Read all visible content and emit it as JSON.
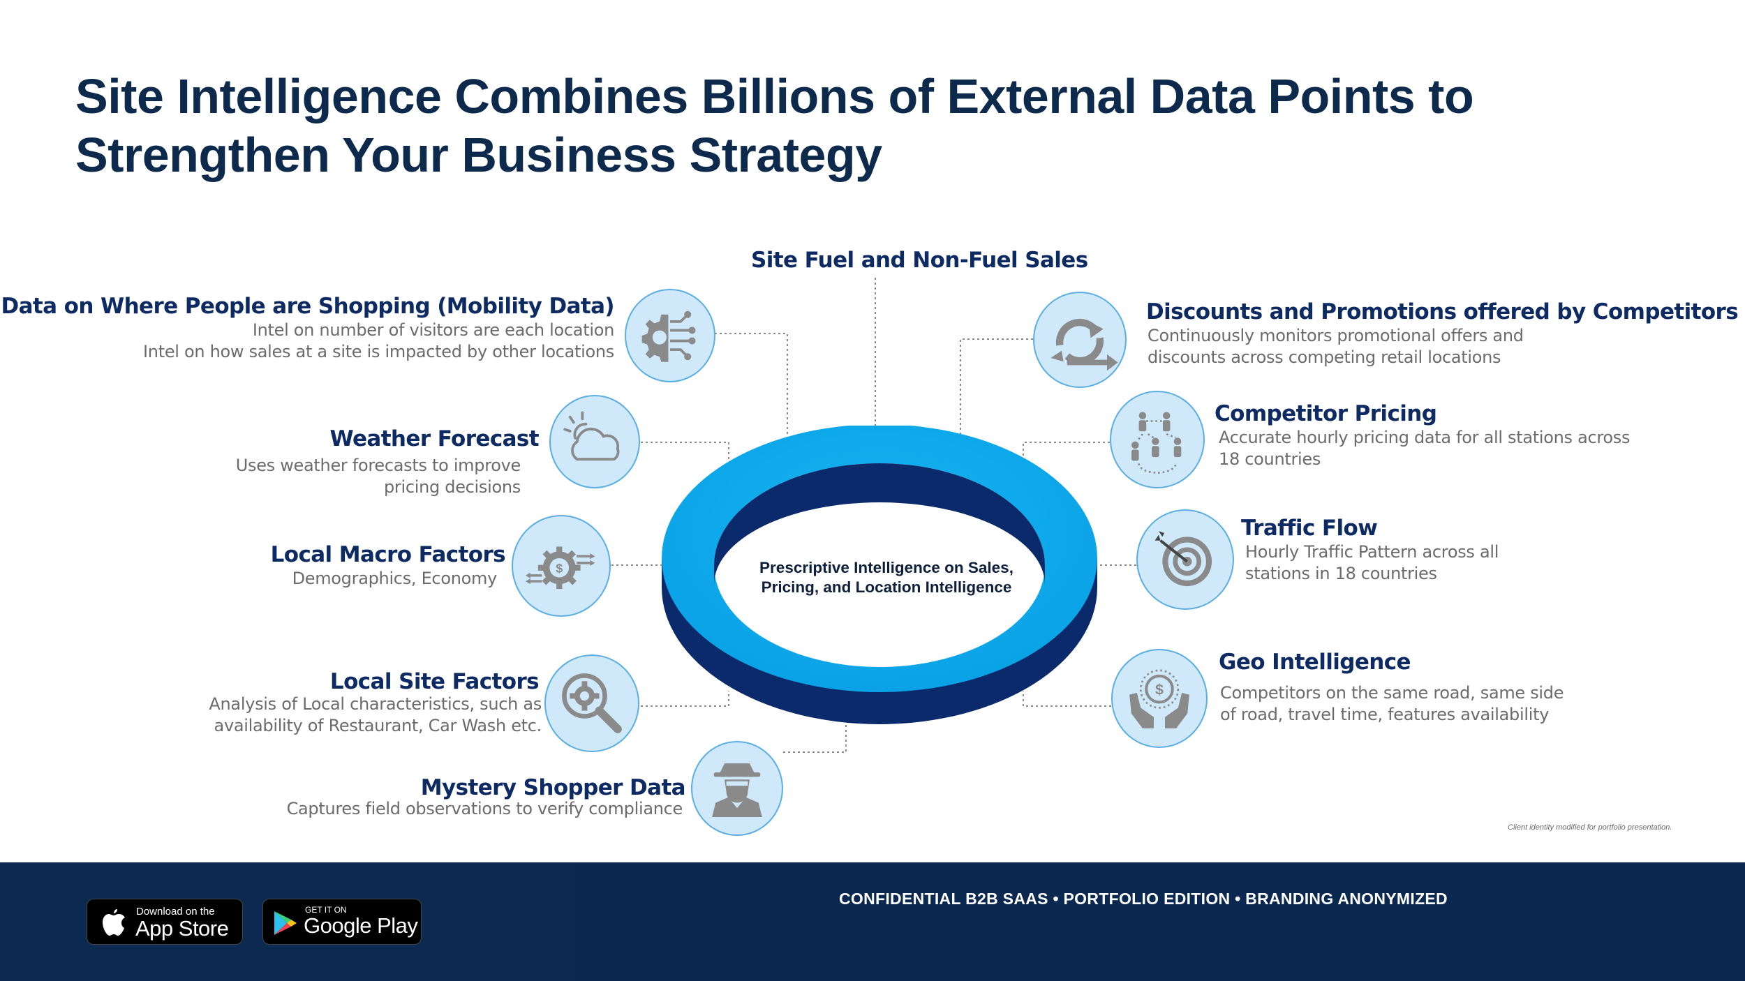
{
  "title_line1": "Site Intelligence Combines Billions of External Data Points to",
  "title_line2": "Strengthen Your Business Strategy",
  "center": {
    "line1": "Prescriptive Intelligence on Sales,",
    "line2": "Pricing, and Location Intelligence"
  },
  "top": {
    "heading": "Site Fuel and Non-Fuel Sales"
  },
  "left": {
    "mobility": {
      "heading": "Data on Where People are Shopping (Mobility Data)",
      "line1": "Intel on number of visitors are each location",
      "line2": "Intel on how sales at a site is impacted by other locations",
      "icon": "gear-circuit-icon"
    },
    "weather": {
      "heading": "Weather Forecast",
      "line1": "Uses weather forecasts to improve",
      "line2": "pricing decisions",
      "icon": "sun-cloud-icon"
    },
    "macro": {
      "heading": "Local Macro Factors",
      "line1": "Demographics, Economy",
      "icon": "dollar-gear-icon"
    },
    "site": {
      "heading": "Local Site Factors",
      "line1": "Analysis of Local characteristics, such as",
      "line2": "availability of Restaurant, Car Wash etc.",
      "icon": "magnifier-gear-icon"
    },
    "mystery": {
      "heading": "Mystery Shopper Data",
      "line1": "Captures field observations to verify compliance",
      "icon": "spy-icon"
    }
  },
  "right": {
    "discounts": {
      "heading": "Discounts and Promotions offered by Competitors",
      "line1": "Continuously monitors promotional offers and",
      "line2": "discounts across competing retail locations",
      "icon": "refresh-arrows-icon"
    },
    "pricing": {
      "heading": "Competitor Pricing",
      "line1": "Accurate hourly pricing data for all stations across",
      "line2": "18 countries",
      "icon": "people-network-icon"
    },
    "traffic": {
      "heading": "Traffic Flow",
      "line1": "Hourly Traffic Pattern across all",
      "line2": "stations in 18 countries",
      "icon": "target-icon"
    },
    "geo": {
      "heading": "Geo Intelligence",
      "line1": "Competitors on the same road, same side",
      "line2": "of road, travel time, features availability",
      "icon": "hands-coin-icon"
    }
  },
  "note": "Client identity modified for portfolio presentation.",
  "footer": {
    "text": "CONFIDENTIAL B2B SAAS  •  PORTFOLIO EDITION  •  BRANDING ANONYMIZED",
    "appstore_small": "Download on the",
    "appstore_big": "App Store",
    "googleplay_small": "GET IT ON",
    "googleplay_big": "Google Play"
  },
  "colors": {
    "title": "#0d2a4c",
    "heading": "#0d2a62",
    "ring_outer": "#0aa6ea",
    "ring_inner": "#0b2a6b",
    "circle_fill": "#cfe9fb",
    "footer": "#0c2a4f"
  }
}
